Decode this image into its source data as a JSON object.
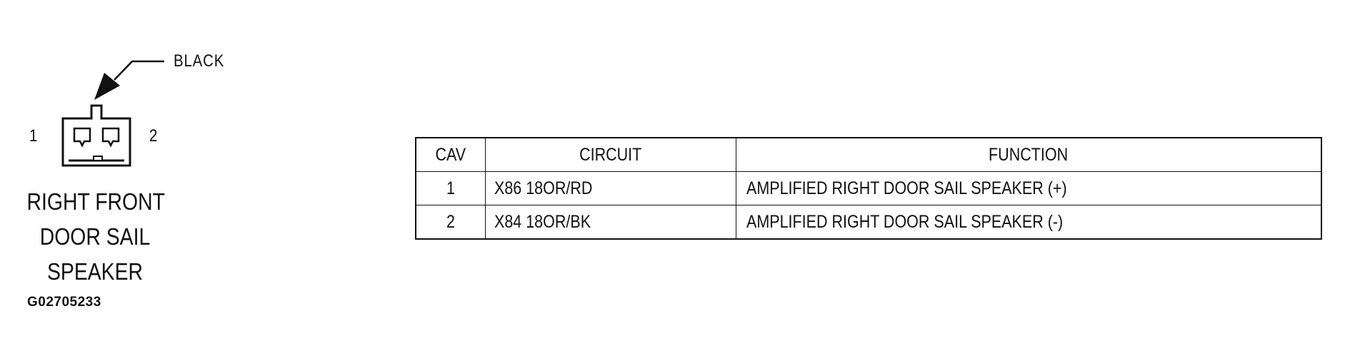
{
  "connector": {
    "callout_color": "BLACK",
    "pin_left_label": "1",
    "pin_right_label": "2",
    "name_lines": [
      "RIGHT FRONT",
      "DOOR SAIL",
      "SPEAKER"
    ]
  },
  "figure_id": "G02705233",
  "pinout_table": {
    "headers": [
      "CAV",
      "CIRCUIT",
      "FUNCTION"
    ],
    "rows": [
      [
        "1",
        "X86 18OR/RD",
        "AMPLIFIED RIGHT DOOR SAIL SPEAKER (+)"
      ],
      [
        "2",
        "X84 18OR/BK",
        "AMPLIFIED RIGHT DOOR SAIL SPEAKER (-)"
      ]
    ]
  }
}
